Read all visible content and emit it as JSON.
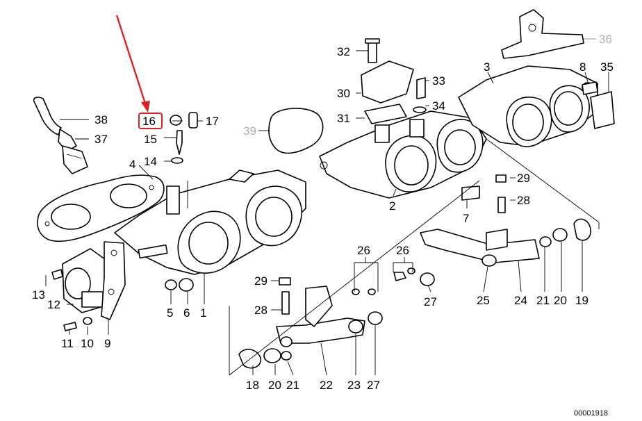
{
  "diagram": {
    "doc_number": "00001918",
    "highlight_color": "#e02020",
    "highlighted_part": "16",
    "labels": {
      "p1": "1",
      "p2": "2",
      "p3": "3",
      "p4": "4",
      "p5": "5",
      "p6": "6",
      "p7": "7",
      "p8": "8",
      "p9": "9",
      "p10": "10",
      "p11": "11",
      "p12": "12",
      "p13": "13",
      "p14": "14",
      "p15": "15",
      "p16": "16",
      "p17": "17",
      "p18": "18",
      "p19": "19",
      "p20a": "20",
      "p20b": "20",
      "p21a": "21",
      "p21b": "21",
      "p22": "22",
      "p23": "23",
      "p24": "24",
      "p25": "25",
      "p26a": "26",
      "p26b": "26",
      "p27a": "27",
      "p27b": "27",
      "p28a": "28",
      "p28b": "28",
      "p29a": "29",
      "p29b": "29",
      "p30": "30",
      "p31": "31",
      "p32": "32",
      "p33": "33",
      "p34": "34",
      "p35": "35",
      "p36": "36",
      "p37": "37",
      "p38": "38",
      "p39": "39"
    }
  }
}
